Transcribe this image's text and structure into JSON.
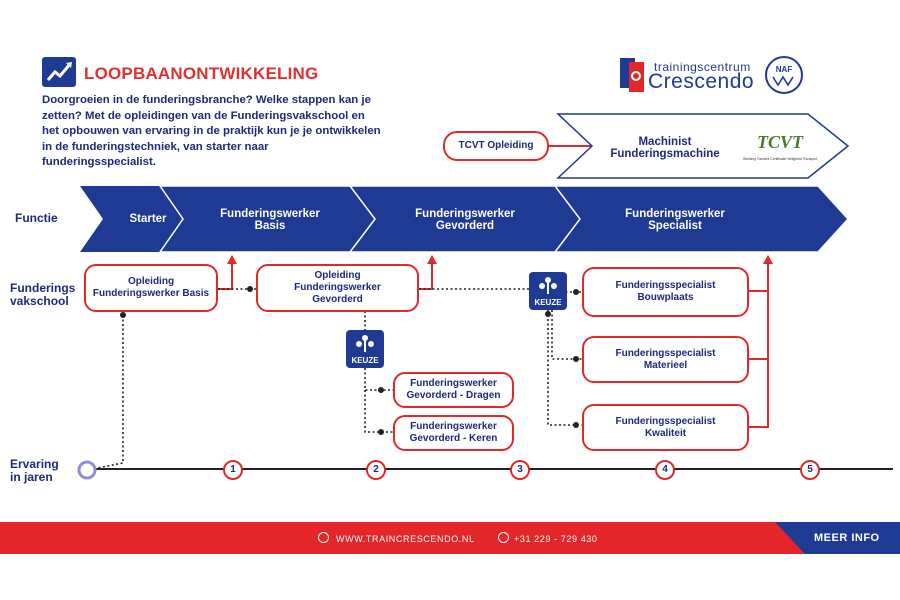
{
  "header": {
    "title": "LOOPBAANONTWIKKELING",
    "intro": "Doorgroeien in de funderingsbranche? Welke stappen kan je zetten? Met de opleidingen van de Funderingsvakschool en het opbouwen van ervaring in de praktijk kun je je ontwikkelen in de funderingstechniek, van starter naar funderingsspecialist.",
    "brand_small": "trainingscentrum",
    "brand_big": "Crescendo",
    "naf_logo": "NAF",
    "tcvt_logo": "TCVT",
    "tcvt_tagline": "Stichting Toezicht Certificatie Veiligheid Transport"
  },
  "top_path": {
    "opleiding": "TCVT Opleiding",
    "machinist": "Machinist\nFunderingsmachine"
  },
  "rows": {
    "functie": "Functie",
    "vakschool": "Funderings\nvakschool",
    "ervaring": "Ervaring\nin jaren"
  },
  "functions": {
    "starter": "Starter",
    "basis": "Funderingswerker\nBasis",
    "gevorderd": "Funderingswerker\nGevorderd",
    "specialist": "Funderingswerker\nSpecialist"
  },
  "trainings": {
    "basis": "Opleiding\nFunderingswerker Basis",
    "gevorderd": "Opleiding\nFunderingswerker\nGevorderd",
    "dragen": "Funderingswerker\nGevorderd - Dragen",
    "keren": "Funderingswerker\nGevorderd - Keren",
    "bouwplaats": "Funderingsspecialist\nBouwplaats",
    "materieel": "Funderingsspecialist\nMaterieel",
    "kwaliteit": "Funderingsspecialist\nKwaliteit"
  },
  "keuze": "KEUZE",
  "years": [
    "1",
    "2",
    "3",
    "4",
    "5"
  ],
  "footer": {
    "website": "WWW.TRAINCRESCENDO.NL",
    "phone": "+31 229 - 729 430",
    "cta": "MEER INFO"
  },
  "colors": {
    "navy": "#1f3a93",
    "red": "#e32629",
    "text": "#1d2a7a"
  }
}
